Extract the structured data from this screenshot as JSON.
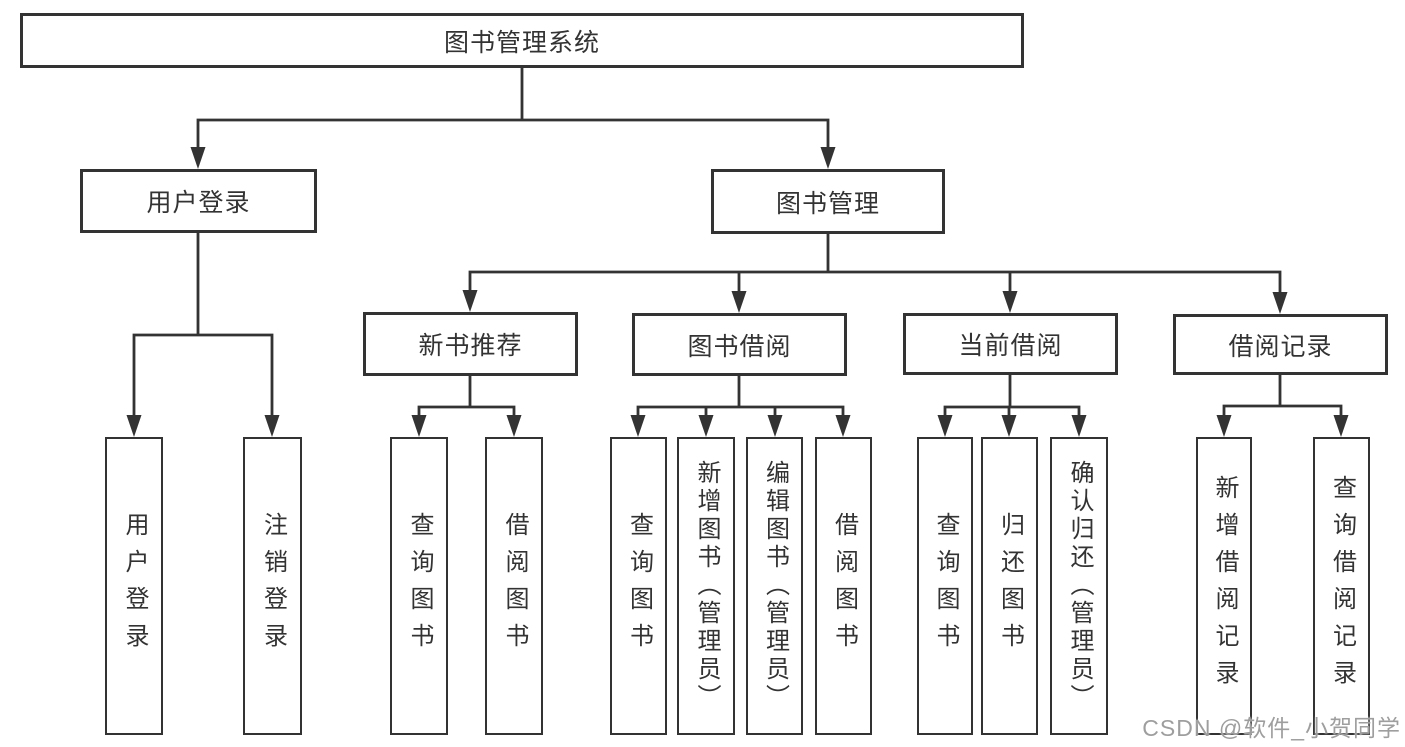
{
  "root": {
    "label": "图书管理系统"
  },
  "branches": {
    "user": {
      "label": "用户登录",
      "children": [
        {
          "label": "用户登录"
        },
        {
          "label": "注销登录"
        }
      ]
    },
    "books": {
      "label": "图书管理"
    }
  },
  "sections": [
    {
      "label": "新书推荐",
      "children": [
        {
          "label": "查询图书"
        },
        {
          "label": "借阅图书"
        }
      ]
    },
    {
      "label": "图书借阅",
      "children": [
        {
          "label": "查询图书"
        },
        {
          "label": "新增图书（管理员）"
        },
        {
          "label": "编辑图书（管理员）"
        },
        {
          "label": "借阅图书"
        }
      ]
    },
    {
      "label": "当前借阅",
      "children": [
        {
          "label": "查询图书"
        },
        {
          "label": "归还图书"
        },
        {
          "label": "确认归还（管理员）"
        }
      ]
    },
    {
      "label": "借阅记录",
      "children": [
        {
          "label": "新增借阅记录"
        },
        {
          "label": "查询借阅记录"
        }
      ]
    }
  ],
  "watermark": {
    "text": "CSDN @软件_小贺同学"
  },
  "colors": {
    "line": "#333333",
    "text": "#333333",
    "background": "#ffffff",
    "watermark": "#9e9e9e"
  }
}
